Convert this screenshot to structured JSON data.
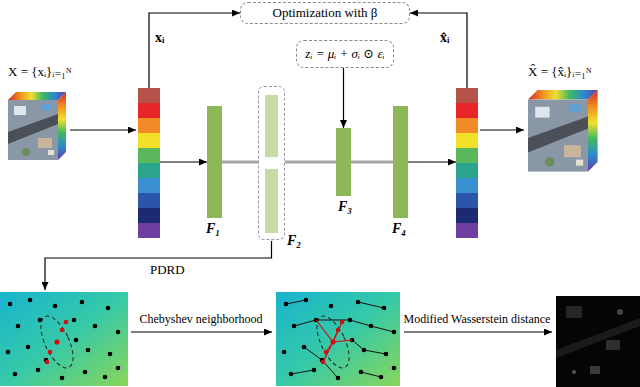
{
  "diagram": {
    "nodes": [
      {
        "text": [
          "Optimization with β"
        ]
      },
      {
        "text": [
          "xᵢ"
        ]
      },
      {
        "text": [
          "F₁"
        ]
      },
      {
        "text": [
          "F₂"
        ]
      },
      {
        "text": [
          "zᵢ = μᵢ + σᵢ ⊙ εᵢ"
        ]
      },
      {
        "text": [
          "F₃"
        ]
      },
      {
        "text": [
          "F₄"
        ]
      },
      {
        "text": [
          "x̂ᵢ"
        ]
      }
    ],
    "edges": [
      {
        "from": 1,
        "to": 0,
        "arrow": "to"
      },
      {
        "from": 7,
        "to": 0,
        "arrow": "to"
      },
      {
        "from": 1,
        "to": 2,
        "arrow": "to"
      },
      {
        "from": 2,
        "to": 3,
        "arrow": "none"
      },
      {
        "from": 3,
        "to": 5,
        "arrow": "none"
      },
      {
        "from": 5,
        "to": 6,
        "arrow": "none"
      },
      {
        "from": 4,
        "to": 5,
        "arrow": "to"
      },
      {
        "from": 6,
        "to": 7,
        "arrow": "to"
      }
    ],
    "labels": [
      "X = {xᵢ}ᵢ₌₁ᴺ",
      "X̂ = {x̂ᵢ}ᵢ₌₁ᴺ",
      "PDRD",
      "Chebyshev neighborhood",
      "Modified Wasserstein distance"
    ]
  }
}
